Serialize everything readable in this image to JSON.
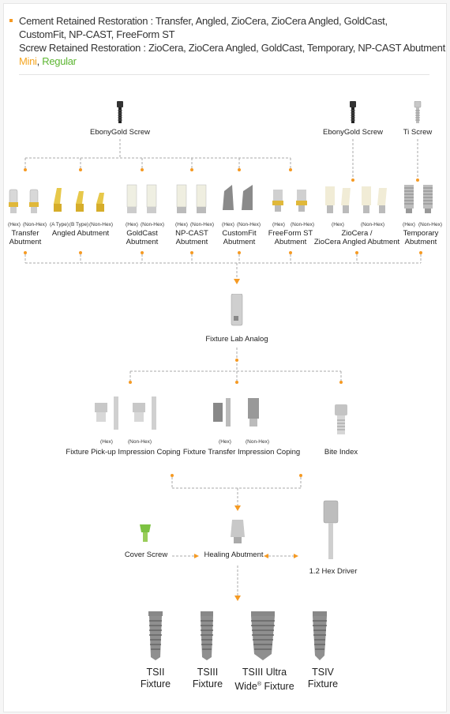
{
  "header": {
    "line1": "Cement Retained Restoration : Transfer, Angled, ZioCera, ZioCera Angled, GoldCast,",
    "line2": "CustomFit, NP-CAST, FreeForm ST",
    "line3": "Screw Retained Restoration : ZioCera, ZioCera Angled, GoldCast, Temporary, NP-CAST Abutment",
    "mini": "Mini",
    "comma": ", ",
    "regular": "Regular"
  },
  "colors": {
    "accent": "#f59a23",
    "mini": "#f5a623",
    "regular": "#5cb531",
    "dash": "#aaaaaa"
  },
  "screws": [
    {
      "label": "EbonyGold Screw",
      "icon": "ebony-gold-screw-icon"
    },
    {
      "label": "EbonyGold Screw",
      "icon": "ebony-gold-screw-icon"
    },
    {
      "label": "Ti Screw",
      "icon": "ti-screw-icon"
    }
  ],
  "abutments": [
    {
      "subs": [
        "(Hex)",
        "(Non-Hex)"
      ],
      "name1": "Transfer",
      "name2": "Abutment"
    },
    {
      "subs": [
        "(A Type)",
        "(B Type)",
        "(Non-Hex)"
      ],
      "name1": "Angled Abutment",
      "name2": ""
    },
    {
      "subs": [
        "(Hex)",
        "(Non-Hex)"
      ],
      "name1": "GoldCast",
      "name2": "Abutment"
    },
    {
      "subs": [
        "(Hex)",
        "(Non-Hex)"
      ],
      "name1": "NP-CAST",
      "name2": "Abutment"
    },
    {
      "subs": [
        "(Hex)",
        "(Non-Hex)"
      ],
      "name1": "CustomFit",
      "name2": "Abutment"
    },
    {
      "subs": [
        "(Hex)",
        "(Non-Hex)"
      ],
      "name1": "FreeForm ST",
      "name2": "Abutment"
    },
    {
      "subs": [
        "(Hex)",
        "(Non-Hex)"
      ],
      "name1": "ZioCera /",
      "name2": "ZioCera Angled Abutment"
    },
    {
      "subs": [
        "(Hex)",
        "(Non-Hex)"
      ],
      "name1": "Temporary",
      "name2": "Abutment"
    }
  ],
  "lab_analog": "Fixture Lab Analog",
  "impression": [
    {
      "subs": [
        "(Hex)",
        "(Non-Hex)"
      ],
      "label": "Fixture Pick-up Impression Coping"
    },
    {
      "subs": [
        "(Hex)",
        "(Non-Hex)"
      ],
      "label": "Fixture Transfer Impression Coping"
    },
    {
      "subs": [],
      "label": "Bite Index"
    }
  ],
  "cover_screw": "Cover Screw",
  "healing": "Healing Abutment",
  "driver": "1.2 Hex Driver",
  "fixtures": [
    {
      "line1": "TSII",
      "line2": "Fixture",
      "sup": ""
    },
    {
      "line1": "TSIII",
      "line2": "Fixture",
      "sup": ""
    },
    {
      "line1": "TSIII Ultra",
      "line2pre": "Wide",
      "sup": "®",
      "line2": " Fixture"
    },
    {
      "line1": "TSIV",
      "line2": "Fixture",
      "sup": ""
    }
  ]
}
